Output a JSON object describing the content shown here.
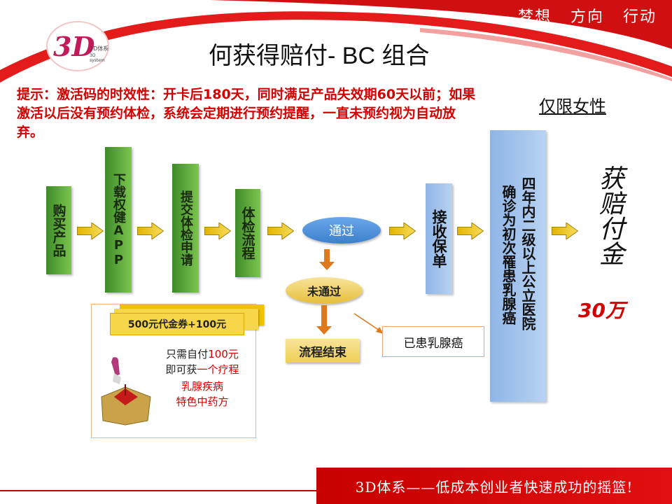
{
  "header": {
    "slogan": "梦想   方向   行动",
    "title": "何获得赔付- BC 组合",
    "logo_mark": "3D",
    "logo_text": "3D体系",
    "logo_sub": "3D system"
  },
  "tip_text": "提示：激活码的时效性：开卡后180天，同时满足产品失效期60天以前；如果激活以后没有预约体检，系统会定期进行预约提醒，一直未预约视为自动放弃。",
  "restriction": "仅限女性",
  "flow": {
    "steps": [
      "购买产品",
      "下载权健APP",
      "提交体检申请",
      "体检流程"
    ],
    "pass": "通过",
    "fail": "未通过",
    "end": "流程结束",
    "already": "已患乳腺癌",
    "receive": "接收保单",
    "diagnosis_col1": "四年内二级以上公立医院",
    "diagnosis_col2": "确诊为初次罹患乳腺癌",
    "payout_label": "获赔付金",
    "payout_amount": "30万"
  },
  "coupon": {
    "label": "500元代金券+100元",
    "line1": "只需自付",
    "amount": "100元",
    "line2": "即可获",
    "course": "一个疗程",
    "product1": "乳腺疾病",
    "product2": "特色中药方"
  },
  "footer": {
    "text": "3D体系——低成本创业者快速成功的摇篮!"
  },
  "colors": {
    "accent_red": "#d40000",
    "flow_green": "#5aa83a",
    "flow_blue": "#9fc2ec",
    "pass_blue": "#4a8fd8",
    "fail_yellow": "#f2d56a"
  }
}
